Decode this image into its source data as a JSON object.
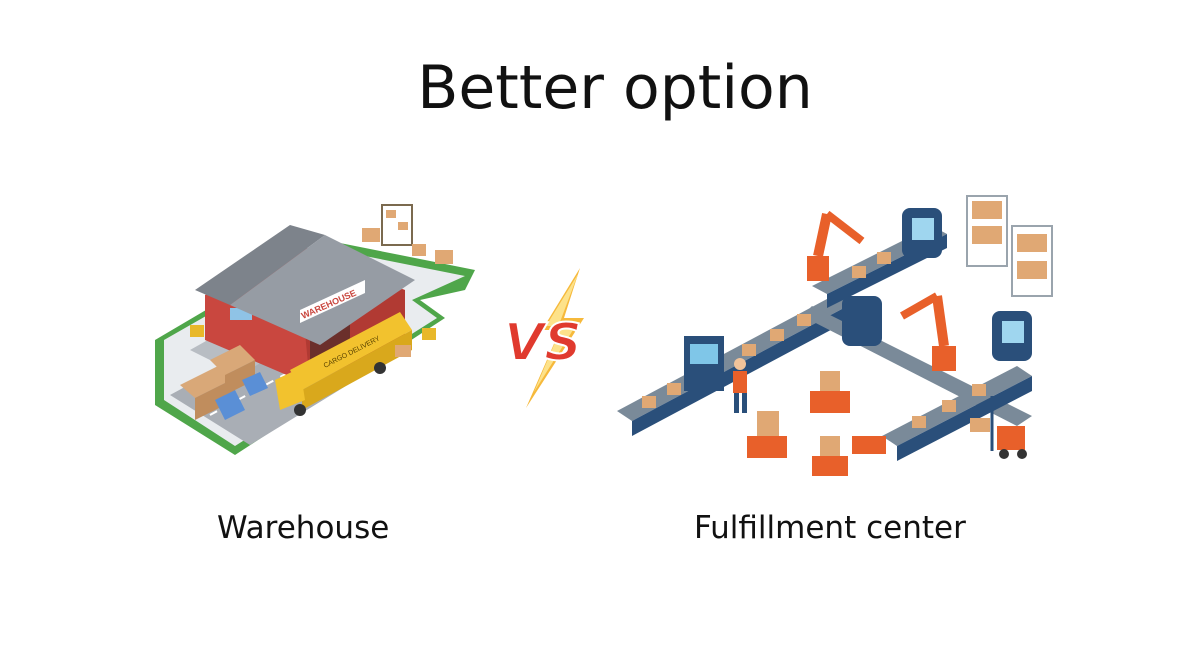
{
  "title": "Better option",
  "left": {
    "caption": "Warehouse",
    "building_sign": "WAREHOUSE",
    "truck_label": "CARGO DELIVERY"
  },
  "right": {
    "caption": "Fulfillment center"
  },
  "vs_label": "VS",
  "colors": {
    "roof": "#8a9099",
    "walls": "#c9473f",
    "road": "#a9aeb5",
    "lawn": "#4fa64a",
    "truck": "#f2c22e",
    "robot_arm": "#e8602a",
    "conveyor": "#2a4f7a",
    "box": "#e0a874"
  }
}
